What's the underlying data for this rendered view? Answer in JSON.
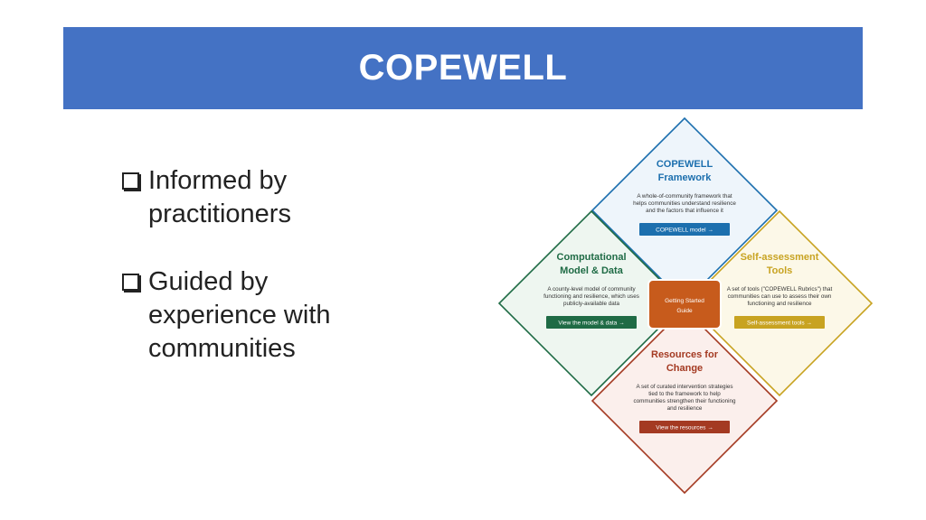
{
  "title": "COPEWELL",
  "bullets": [
    {
      "lines": [
        "Informed by",
        "practitioners"
      ]
    },
    {
      "lines": [
        "Guided by",
        "experience with",
        "communities"
      ]
    }
  ],
  "diagram": {
    "center": {
      "lines": [
        "Getting Started",
        "Guide"
      ],
      "color": "#c75b1c"
    },
    "top": {
      "title": [
        "COPEWELL",
        "Framework"
      ],
      "desc": [
        "A whole-of-community framework that",
        "helps communities understand resilience",
        "and the factors that influence it"
      ],
      "button": "COPEWELL model →",
      "color": "#1c6fae",
      "bg": "#eef5fb"
    },
    "left": {
      "title": [
        "Computational",
        "Model & Data"
      ],
      "desc": [
        "A county-level model of community",
        "functioning and resilience, which uses",
        "publicly-available data"
      ],
      "button": "View the model & data →",
      "color": "#1f6b45",
      "bg": "#eef6f0"
    },
    "right": {
      "title": [
        "Self-assessment",
        "Tools"
      ],
      "desc": [
        "A set of tools (\"COPEWELL Rubrics\") that",
        "communities can use to assess their own",
        "functioning and resilience"
      ],
      "button": "Self-assessment tools →",
      "color": "#c8a321",
      "bg": "#fcf8e8"
    },
    "bottom": {
      "title": [
        "Resources for",
        "Change"
      ],
      "desc": [
        "A set of curated intervention strategies",
        "tied to the framework to help",
        "communities strengthen their functioning",
        "and resilience"
      ],
      "button": "View the resources →",
      "color": "#a43a22",
      "bg": "#fbefec"
    }
  }
}
